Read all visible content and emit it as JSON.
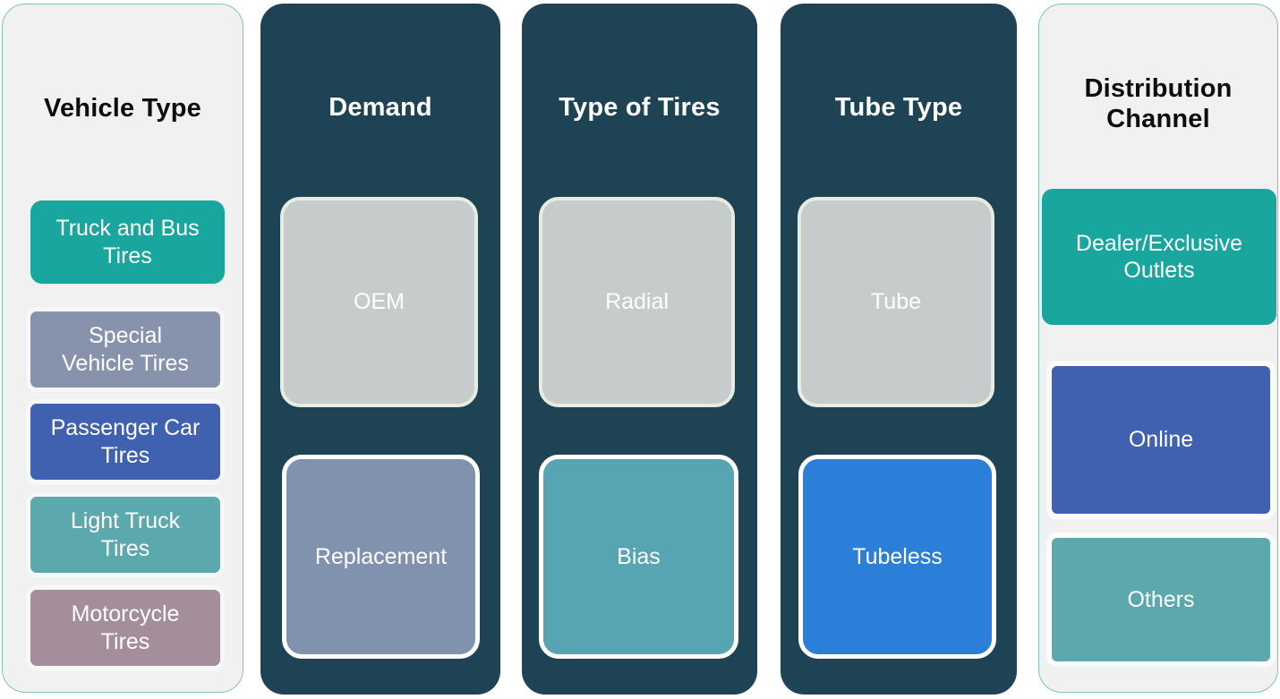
{
  "diagram": {
    "title_text_color_light": "#0d0d0d",
    "title_text_color_dark": "#ffffff",
    "columns": [
      {
        "name": "vehicle-type",
        "title": "Vehicle Type",
        "theme": "light",
        "background": "#f1f1f1",
        "border": "#7fbfc4",
        "cards": [
          {
            "label": "Truck and Bus\nTires",
            "color": "#18a69e"
          },
          {
            "label": "Special\nVehicle Tires",
            "color": "#8793ad"
          },
          {
            "label": "Passenger Car\nTires",
            "color": "#4060b0"
          },
          {
            "label": "Light Truck\nTires",
            "color": "#5ba8ad"
          },
          {
            "label": "Motorcycle\nTires",
            "color": "#a48e9c"
          }
        ]
      },
      {
        "name": "demand",
        "title": "Demand",
        "theme": "dark",
        "background": "#1d4354",
        "cards": [
          {
            "label": "OEM",
            "color": "#c6cccc"
          },
          {
            "label": "Replacement",
            "color": "#8092ad"
          }
        ]
      },
      {
        "name": "type-of-tires",
        "title": "Type of Tires",
        "theme": "dark",
        "background": "#1d4354",
        "cards": [
          {
            "label": "Radial",
            "color": "#c6cccc"
          },
          {
            "label": "Bias",
            "color": "#57a5b2"
          }
        ]
      },
      {
        "name": "tube-type",
        "title": "Tube Type",
        "theme": "dark",
        "background": "#1d4354",
        "cards": [
          {
            "label": "Tube",
            "color": "#c6cccc"
          },
          {
            "label": "Tubeless",
            "color": "#2b7fd9"
          }
        ]
      },
      {
        "name": "distribution-channel",
        "title": "Distribution\nChannel",
        "theme": "light",
        "background": "#f1f1f1",
        "border": "#7fbfc4",
        "cards": [
          {
            "label": "Dealer/Exclusive\nOutlets",
            "color": "#18a69e"
          },
          {
            "label": "Online",
            "color": "#4060b0"
          },
          {
            "label": "Others",
            "color": "#5ba8ad"
          }
        ]
      }
    ]
  }
}
